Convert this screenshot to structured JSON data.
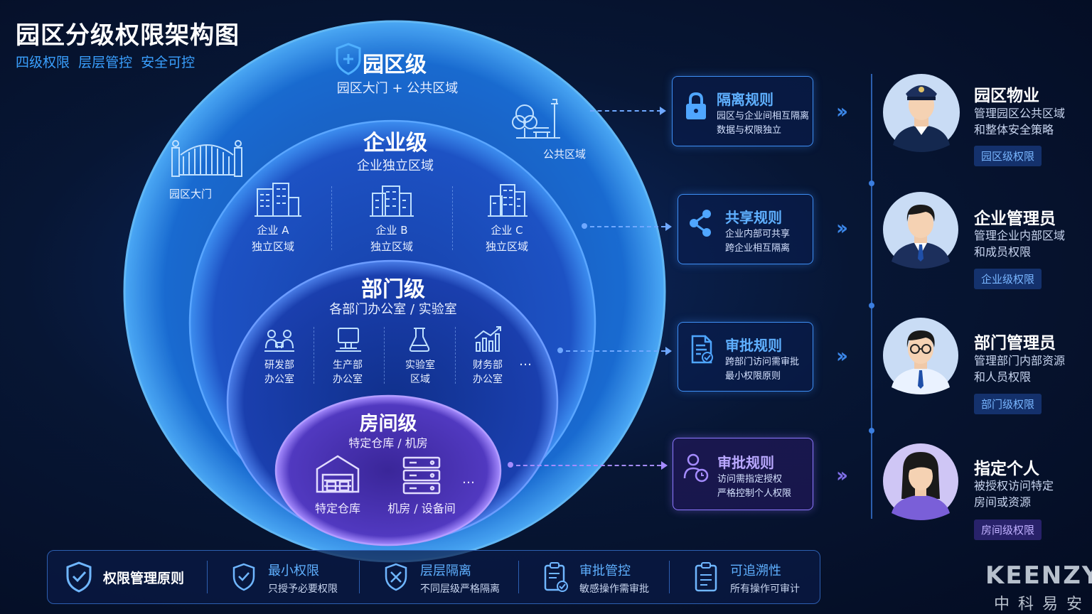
{
  "header": {
    "title": "园区分级权限架构图",
    "subtitle": "四级权限  层层管控  安全可控"
  },
  "levels": {
    "park": {
      "title": "园区级",
      "sub": "园区大门 + 公共区域",
      "gate_label": "园区大门",
      "public_label": "公共区域"
    },
    "enterprise": {
      "title": "企业级",
      "sub": "企业独立区域",
      "items": [
        {
          "name": "企业 A",
          "desc": "独立区域"
        },
        {
          "name": "企业 B",
          "desc": "独立区域"
        },
        {
          "name": "企业 C",
          "desc": "独立区域"
        }
      ]
    },
    "department": {
      "title": "部门级",
      "sub": "各部门办公室 / 实验室",
      "items": [
        {
          "name": "研发部",
          "desc": "办公室"
        },
        {
          "name": "生产部",
          "desc": "办公室"
        },
        {
          "name": "实验室",
          "desc": "区域"
        },
        {
          "name": "财务部",
          "desc": "办公室"
        }
      ],
      "more": "…"
    },
    "room": {
      "title": "房间级",
      "sub": "特定仓库 / 机房",
      "items": [
        {
          "name": "特定仓库"
        },
        {
          "name": "机房 / 设备间"
        }
      ],
      "more": "…"
    }
  },
  "rules": [
    {
      "title": "隔离规则",
      "line1": "园区与企业间相互隔离",
      "line2": "数据与权限独立",
      "icon": "lock-icon"
    },
    {
      "title": "共享规则",
      "line1": "企业内部可共享",
      "line2": "跨企业相互隔离",
      "icon": "share-icon"
    },
    {
      "title": "审批规则",
      "line1": "跨部门访问需审批",
      "line2": "最小权限原则",
      "icon": "document-check-icon"
    },
    {
      "title": "审批规则",
      "line1": "访问需指定授权",
      "line2": "严格控制个人权限",
      "icon": "user-clock-icon"
    }
  ],
  "roles": [
    {
      "name": "园区物业",
      "line1": "管理园区公共区域",
      "line2": "和整体安全策略",
      "tag": "园区级权限"
    },
    {
      "name": "企业管理员",
      "line1": "管理企业内部区域",
      "line2": "和成员权限",
      "tag": "企业级权限"
    },
    {
      "name": "部门管理员",
      "line1": "管理部门内部资源",
      "line2": "和人员权限",
      "tag": "部门级权限"
    },
    {
      "name": "指定个人",
      "line1": "被授权访问特定",
      "line2": "房间或资源",
      "tag": "房间级权限"
    }
  ],
  "principles": {
    "heading": "权限管理原则",
    "items": [
      {
        "title": "最小权限",
        "desc": "只授予必要权限"
      },
      {
        "title": "层层隔离",
        "desc": "不同层级严格隔离"
      },
      {
        "title": "审批管控",
        "desc": "敏感操作需审批"
      },
      {
        "title": "可追溯性",
        "desc": "所有操作可审计"
      }
    ]
  },
  "brand": {
    "logo": "KEENZY",
    "cn": "中科易安"
  },
  "colors": {
    "accent": "#3aa0ff",
    "purple": "#8e78ff",
    "bg": "#061534"
  }
}
